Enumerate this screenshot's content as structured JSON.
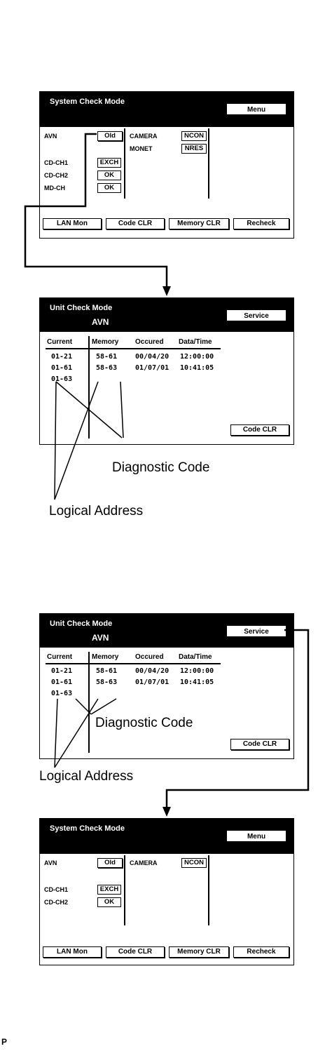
{
  "screen1": {
    "title": "System Check Mode",
    "menu_button": "Menu",
    "rows_left": [
      {
        "label": "AVN",
        "status": "Old"
      },
      {
        "label": "CD-CH1",
        "status": "EXCH"
      },
      {
        "label": "CD-CH2",
        "status": "OK"
      },
      {
        "label": "MD-CH",
        "status": "OK"
      }
    ],
    "rows_right": [
      {
        "label": "CAMERA",
        "status": "NCON"
      },
      {
        "label": "MONET",
        "status": "NRES"
      }
    ],
    "buttons": [
      "LAN Mon",
      "Code CLR",
      "Memory CLR",
      "Recheck"
    ]
  },
  "screen2": {
    "title": "Unit Check Mode",
    "subtitle": "AVN",
    "service_button": "Service",
    "columns": [
      "Current",
      "Memory",
      "Occured",
      "Data/Time"
    ],
    "current": [
      "01-21",
      "01-61",
      "01-63"
    ],
    "memory": [
      "58-61",
      "58-63"
    ],
    "occured": [
      "00/04/20",
      "01/07/01"
    ],
    "datetime": [
      "12:00:00",
      "10:41:05"
    ],
    "code_clr": "Code CLR"
  },
  "screen3": {
    "title": "Unit Check Mode",
    "subtitle": "AVN",
    "service_button": "Service",
    "columns": [
      "Current",
      "Memory",
      "Occured",
      "Data/Time"
    ],
    "current": [
      "01-21",
      "01-61",
      "01-63"
    ],
    "memory": [
      "58-61",
      "58-63"
    ],
    "occured": [
      "00/04/20",
      "01/07/01"
    ],
    "datetime": [
      "12:00:00",
      "10:41:05"
    ],
    "code_clr": "Code CLR"
  },
  "screen4": {
    "title": "System Check Mode",
    "menu_button": "Menu",
    "rows_left": [
      {
        "label": "AVN",
        "status": "Old"
      },
      {
        "label": "CD-CH1",
        "status": "EXCH"
      },
      {
        "label": "CD-CH2",
        "status": "OK"
      }
    ],
    "rows_right": [
      {
        "label": "CAMERA",
        "status": "NCON"
      }
    ],
    "buttons": [
      "LAN Mon",
      "Code CLR",
      "Memory CLR",
      "Recheck"
    ]
  },
  "annotations": {
    "diagnostic_code": "Diagnostic Code",
    "logical_address": "Logical Address"
  },
  "footer_mark": "P"
}
